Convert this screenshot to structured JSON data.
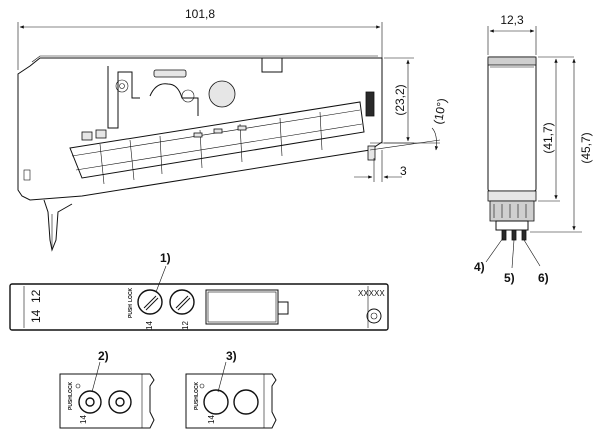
{
  "dimensions": {
    "overall_length": "101,8",
    "side_height": "(23,2)",
    "angle": "(10°)",
    "offset": "3",
    "front_width": "12,3",
    "front_height_inner": "(41,7)",
    "front_height_outer": "(45,7)"
  },
  "callouts": {
    "c1": "1)",
    "c2": "2)",
    "c3": "3)",
    "c4": "4)",
    "c5": "5)",
    "c6": "6)"
  },
  "labels": {
    "push": "PUSH",
    "lock": "LOCK",
    "terminal_14": "14",
    "terminal_12": "12",
    "marking": "XXXXX"
  }
}
